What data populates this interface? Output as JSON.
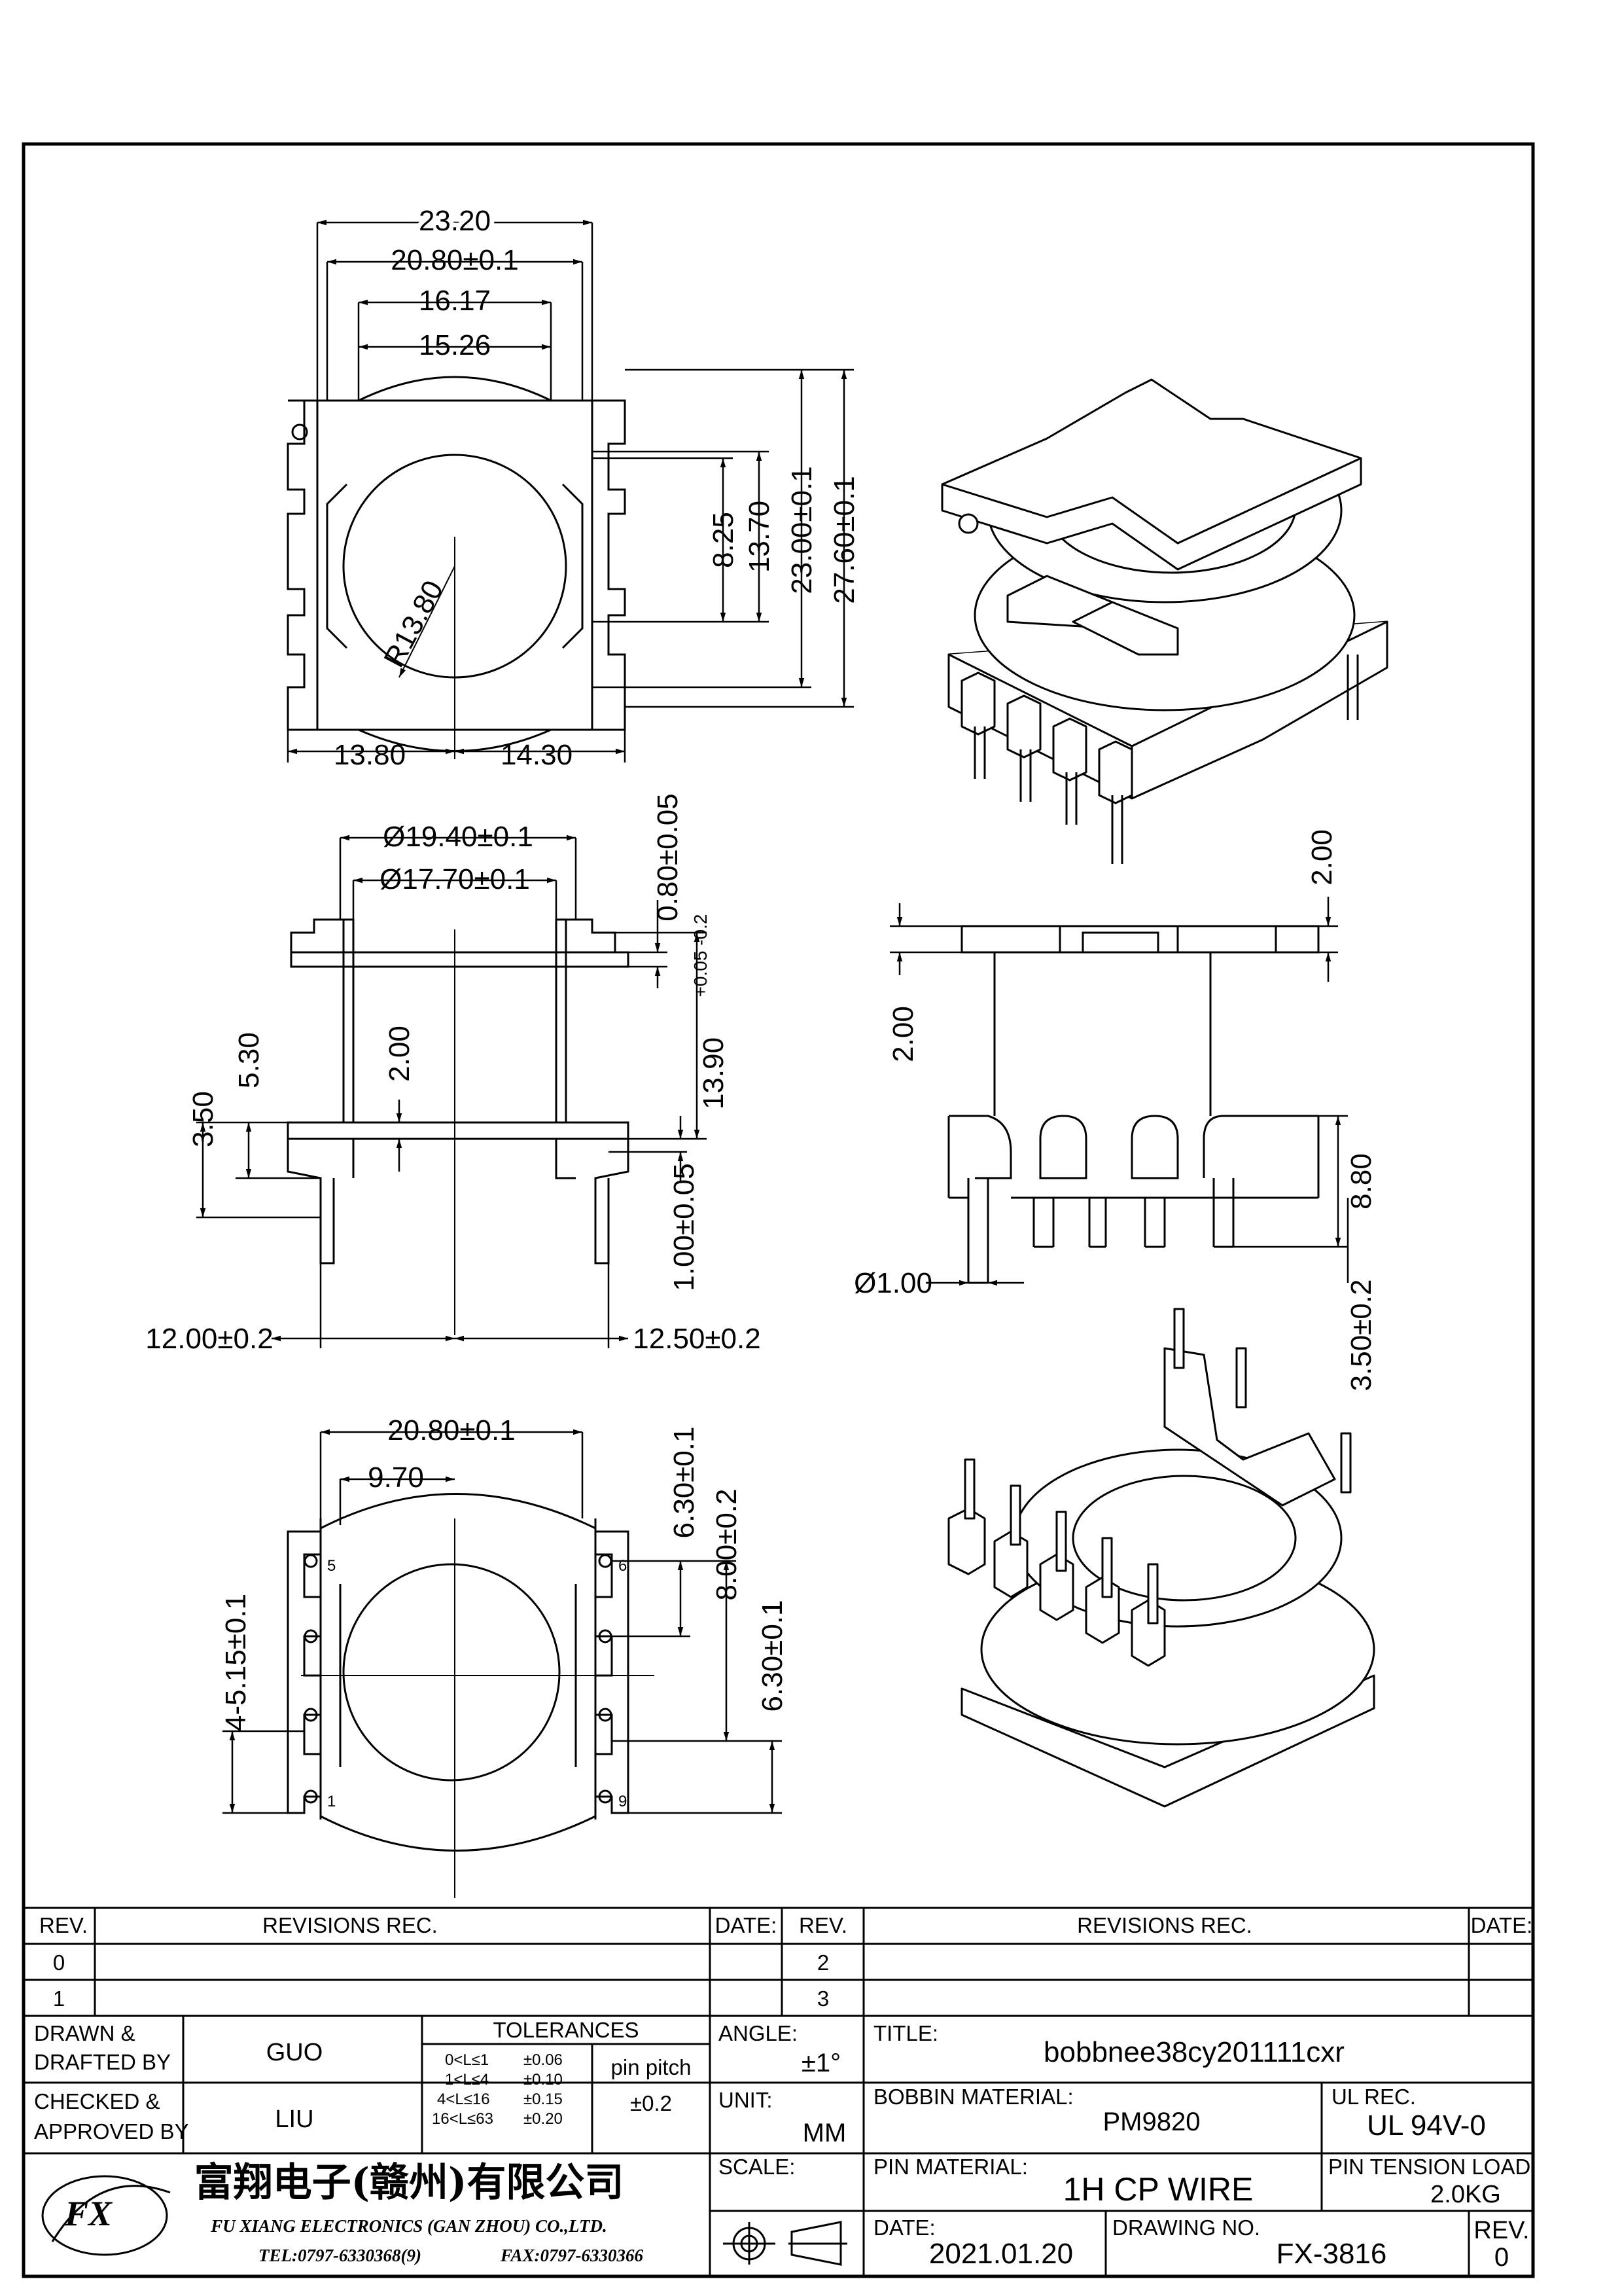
{
  "top_view": {
    "dims": {
      "w_total": "23.20",
      "w_a": "20.80±0.1",
      "w_b": "16.17",
      "w_c": "15.26",
      "h_a": "8.25",
      "h_b": "13.70",
      "h_c": "23.00±0.1",
      "h_d": "27.60±0.1",
      "left": "13.80",
      "right": "14.30",
      "radius": "R13.80"
    }
  },
  "side_view": {
    "dims": {
      "d_outer": "Ø19.40±0.1",
      "d_inner": "Ø17.70±0.1",
      "flange": "0.80±0.05",
      "height": "13.90",
      "height_tol": "+0.05 -0.2",
      "slot": "2.00",
      "step": "5.30",
      "base": "3.50",
      "pin_d": "1.00±0.05",
      "left_pin": "12.00±0.2",
      "right_pin": "12.50±0.2"
    }
  },
  "front_view": {
    "dims": {
      "top": "2.00",
      "left": "2.00",
      "pin_len": "8.80",
      "pin_dia": "Ø1.00",
      "pin_extra": "3.50±0.2"
    }
  },
  "bottom_view": {
    "dims": {
      "width": "20.80±0.1",
      "offset": "9.70",
      "h_a": "6.30±0.1",
      "h_b": "8.00±0.2",
      "h_c": "6.30±0.1",
      "pitch": "4-5.15±0.1"
    },
    "pin_numbers": [
      "5",
      "6",
      "9",
      "1"
    ]
  },
  "title_block": {
    "rev_header": "REV.",
    "revisions_header": "REVISIONS REC.",
    "date_header": "DATE:",
    "rev_rows": [
      "0",
      "1"
    ],
    "rev_rows_right": [
      "2",
      "3"
    ],
    "drawn_label_1": "DRAWN &",
    "drawn_label_2": "DRAFTED BY",
    "drawn_value": "GUO",
    "checked_label_1": "CHECKED &",
    "checked_label_2": "APPROVED BY",
    "checked_value": "LIU",
    "tolerances_label": "TOLERANCES",
    "tol_rows": [
      {
        "range": "0<L≤1",
        "tol": "±0.06"
      },
      {
        "range": "1<L≤4",
        "tol": "±0.10"
      },
      {
        "range": "4<L≤16",
        "tol": "±0.15"
      },
      {
        "range": "16<L≤63",
        "tol": "±0.20"
      }
    ],
    "pin_pitch_label": "pin pitch",
    "pin_pitch_value": "±0.2",
    "angle_label": "ANGLE:",
    "angle_value": "±1°",
    "unit_label": "UNIT:",
    "unit_value": "MM",
    "scale_label": "SCALE:",
    "title_label": "TITLE:",
    "title_value": "bobbnee38cy201111cxr",
    "bobbin_material_label": "BOBBIN MATERIAL:",
    "bobbin_material_value": "PM9820",
    "ul_label": "UL REC.",
    "ul_value": "UL 94V-0",
    "pin_material_label": "PIN MATERIAL:",
    "pin_material_value": "1H CP WIRE",
    "pin_tension_label": "PIN TENSION LOAD:",
    "pin_tension_value": "2.0KG",
    "date_label": "DATE:",
    "date_value": "2021.01.20",
    "drawing_no_label": "DRAWING NO.",
    "drawing_no_value": "FX-3816",
    "rev_label": "REV.",
    "rev_value": "0",
    "company_cn": "富翔电子(赣州)有限公司",
    "company_en": "FU XIANG ELECTRONICS (GAN ZHOU) CO.,LTD.",
    "tel": "TEL:0797-6330368(9)",
    "fax": "FAX:0797-6330366",
    "logo_text": "FX"
  }
}
